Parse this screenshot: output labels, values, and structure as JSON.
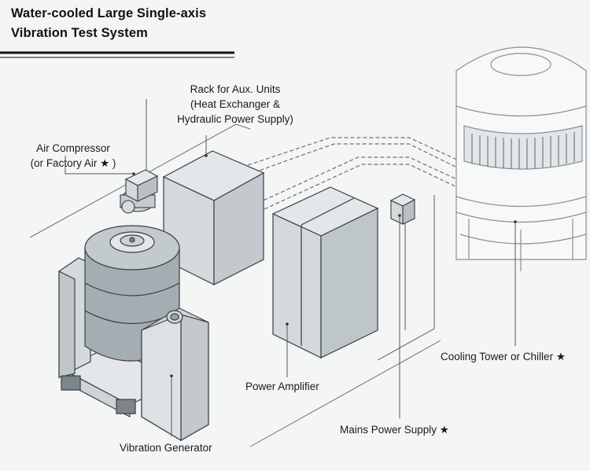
{
  "title": {
    "line1": "Water-cooled Large Single-axis",
    "line2": "Vibration Test System"
  },
  "labels": {
    "rack_line1": "Rack for Aux. Units",
    "rack_line2": "(Heat Exchanger &",
    "rack_line3": "Hydraulic Power Supply)",
    "air_line1": "Air Compressor",
    "air_line2": "(or Factory Air ★ )",
    "cooling": "Cooling Tower or Chiller ★",
    "amplifier": "Power Amplifier",
    "mains": "Mains Power Supply ★",
    "generator": "Vibration Generator"
  },
  "colors": {
    "background": "#f4f5f5",
    "equipment_fill": "#d6dbde",
    "equipment_fill_dark": "#b9c0c4",
    "generator_body": "#9aa3a8",
    "outline": "#3a3f44"
  }
}
